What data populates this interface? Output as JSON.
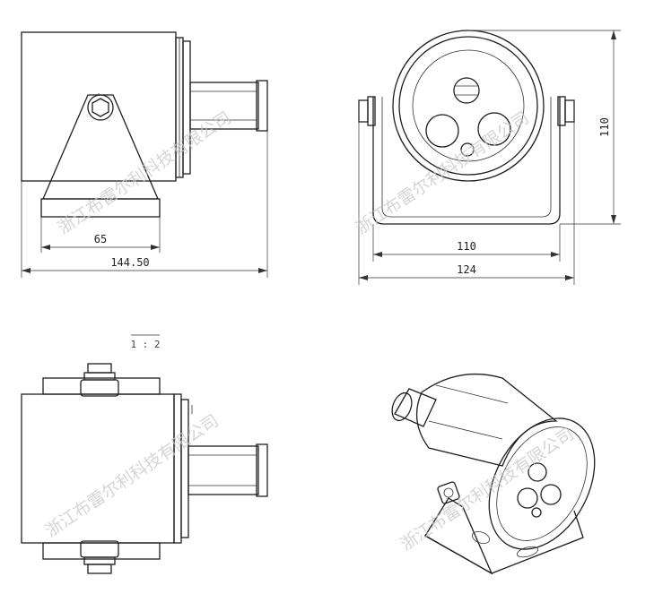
{
  "dimensions": {
    "side_base": "65",
    "side_total": "144.50",
    "front_height": "110",
    "front_inner_width": "110",
    "front_outer_width": "124"
  },
  "scale_label": "1 : 2",
  "watermark": "浙江布雷尔利科技有限公司",
  "watermark_truncated": "浙江布雷尔利科技有限公司",
  "colors": {
    "line": "#1e1e1e",
    "watermark": "#c8c8c8"
  }
}
